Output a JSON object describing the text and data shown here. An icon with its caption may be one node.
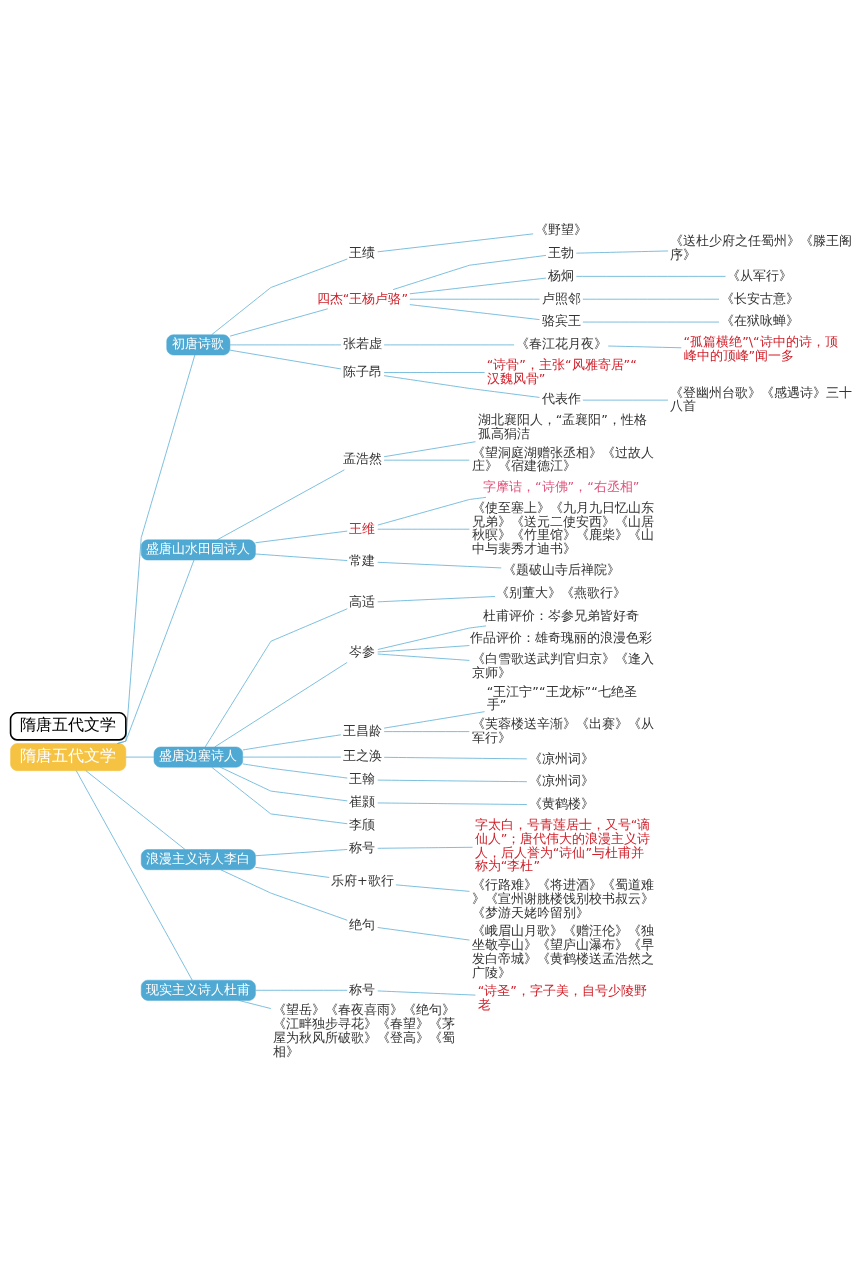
{
  "diagram": {
    "nodes": [
      {
        "text": [
          "隋唐五代文学"
        ]
      },
      {
        "text": [
          "初唐诗歌"
        ]
      },
      {
        "text": [
          "王绩"
        ]
      },
      {
        "text": [
          "《野望》"
        ]
      },
      {
        "text": [
          "四杰“王杨卢骆”"
        ]
      },
      {
        "text": [
          "王勃"
        ]
      },
      {
        "text": [
          "《送杜少府之任蜀州》《滕王阁序》"
        ]
      },
      {
        "text": [
          "杨炯"
        ]
      },
      {
        "text": [
          "《从军行》"
        ]
      },
      {
        "text": [
          "卢照邻"
        ]
      },
      {
        "text": [
          "《长安古意》"
        ]
      },
      {
        "text": [
          "骆宾王"
        ]
      },
      {
        "text": [
          "《在狱咏蝉》"
        ]
      },
      {
        "text": [
          "张若虚"
        ]
      },
      {
        "text": [
          "《春江花月夜》"
        ]
      },
      {
        "text": [
          "“孤篇横绝”\\“诗中的诗，顶峰中的顶峰”闻一多"
        ]
      },
      {
        "text": [
          "陈子昂"
        ]
      },
      {
        "text": [
          "“诗骨”，主张“风雅寄居”“汉魏风骨”"
        ]
      },
      {
        "text": [
          "代表作"
        ]
      },
      {
        "text": [
          "《登幽州台歌》《感遇诗》三十八首"
        ]
      },
      {
        "text": [
          "盛唐山水田园诗人"
        ]
      },
      {
        "text": [
          "孟浩然"
        ]
      },
      {
        "text": [
          "湖北襄阳人，“孟襄阳”，性格孤高狷洁"
        ]
      },
      {
        "text": [
          "《望洞庭湖赠张丞相》《过故人庄》《宿建德江》"
        ]
      },
      {
        "text": [
          "王维"
        ]
      },
      {
        "text": [
          "字摩诘，“诗佛”，“右丞相”"
        ]
      },
      {
        "text": [
          "《使至塞上》《九月九日忆山东兄弟》《送元二使安西》《山居秋暝》《竹里馆》《鹿柴》《山中与裴秀才迪书》"
        ]
      },
      {
        "text": [
          "常建"
        ]
      },
      {
        "text": [
          "《题破山寺后禅院》"
        ]
      },
      {
        "text": [
          "盛唐边塞诗人"
        ]
      },
      {
        "text": [
          "高适"
        ]
      },
      {
        "text": [
          "《别董大》《燕歌行》"
        ]
      },
      {
        "text": [
          "岑参"
        ]
      },
      {
        "text": [
          "杜甫评价：岑参兄弟皆好奇"
        ]
      },
      {
        "text": [
          "作品评价：雄奇瑰丽的浪漫色彩"
        ]
      },
      {
        "text": [
          "《白雪歌送武判官归京》《逢入京师》"
        ]
      },
      {
        "text": [
          "王昌龄"
        ]
      },
      {
        "text": [
          "“王江宁”“王龙标”“七绝圣手”"
        ]
      },
      {
        "text": [
          "《芙蓉楼送辛渐》《出赛》《从军行》"
        ]
      },
      {
        "text": [
          "王之涣"
        ]
      },
      {
        "text": [
          "《凉州词》"
        ]
      },
      {
        "text": [
          "王翰"
        ]
      },
      {
        "text": [
          "《凉州词》"
        ]
      },
      {
        "text": [
          "崔颢"
        ]
      },
      {
        "text": [
          "《黄鹤楼》"
        ]
      },
      {
        "text": [
          "李颀"
        ]
      },
      {
        "text": [
          "浪漫主义诗人李白"
        ]
      },
      {
        "text": [
          "称号"
        ]
      },
      {
        "text": [
          "字太白，号青莲居士，又号“谪仙人”；唐代伟大的浪漫主义诗人，后人誉为“诗仙”与杜甫并称为“李杜”"
        ]
      },
      {
        "text": [
          "乐府+歌行"
        ]
      },
      {
        "text": [
          "《行路难》《将进酒》《蜀道难》《宣州谢朓楼饯别校书叔云》《梦游天姥吟留别》"
        ]
      },
      {
        "text": [
          "绝句"
        ]
      },
      {
        "text": [
          "《峨眉山月歌》《赠汪伦》《独坐敬亭山》《望庐山瀑布》《早发白帝城》《黄鹤楼送孟浩然之广陵》"
        ]
      },
      {
        "text": [
          "现实主义诗人杜甫"
        ]
      },
      {
        "text": [
          "称号"
        ]
      },
      {
        "text": [
          "“诗圣”，字子美，自号少陵野老"
        ]
      },
      {
        "text": [
          "《望岳》《春夜喜雨》《绝句》《江畔独步寻花》《春望》《茅屋为秋风所破歌》《登高》《蜀相》"
        ]
      }
    ],
    "edges": [
      {
        "from": 0,
        "to": 1,
        "arrow": "none"
      },
      {
        "from": 1,
        "to": 2,
        "arrow": "none"
      },
      {
        "from": 2,
        "to": 3,
        "arrow": "none"
      },
      {
        "from": 1,
        "to": 4,
        "arrow": "none"
      },
      {
        "from": 4,
        "to": 5,
        "arrow": "none"
      },
      {
        "from": 5,
        "to": 6,
        "arrow": "none"
      },
      {
        "from": 4,
        "to": 7,
        "arrow": "none"
      },
      {
        "from": 7,
        "to": 8,
        "arrow": "none"
      },
      {
        "from": 4,
        "to": 9,
        "arrow": "none"
      },
      {
        "from": 9,
        "to": 10,
        "arrow": "none"
      },
      {
        "from": 4,
        "to": 11,
        "arrow": "none"
      },
      {
        "from": 11,
        "to": 12,
        "arrow": "none"
      },
      {
        "from": 1,
        "to": 13,
        "arrow": "none"
      },
      {
        "from": 13,
        "to": 14,
        "arrow": "none"
      },
      {
        "from": 14,
        "to": 15,
        "arrow": "none"
      },
      {
        "from": 1,
        "to": 16,
        "arrow": "none"
      },
      {
        "from": 16,
        "to": 17,
        "arrow": "none"
      },
      {
        "from": 16,
        "to": 18,
        "arrow": "none"
      },
      {
        "from": 18,
        "to": 19,
        "arrow": "none"
      },
      {
        "from": 0,
        "to": 20,
        "arrow": "none"
      },
      {
        "from": 20,
        "to": 21,
        "arrow": "none"
      },
      {
        "from": 21,
        "to": 22,
        "arrow": "none"
      },
      {
        "from": 21,
        "to": 23,
        "arrow": "none"
      },
      {
        "from": 20,
        "to": 24,
        "arrow": "none"
      },
      {
        "from": 24,
        "to": 25,
        "arrow": "none"
      },
      {
        "from": 24,
        "to": 26,
        "arrow": "none"
      },
      {
        "from": 20,
        "to": 27,
        "arrow": "none"
      },
      {
        "from": 27,
        "to": 28,
        "arrow": "none"
      },
      {
        "from": 0,
        "to": 29,
        "arrow": "none"
      },
      {
        "from": 29,
        "to": 30,
        "arrow": "none"
      },
      {
        "from": 30,
        "to": 31,
        "arrow": "none"
      },
      {
        "from": 29,
        "to": 32,
        "arrow": "none"
      },
      {
        "from": 32,
        "to": 33,
        "arrow": "none"
      },
      {
        "from": 32,
        "to": 34,
        "arrow": "none"
      },
      {
        "from": 32,
        "to": 35,
        "arrow": "none"
      },
      {
        "from": 29,
        "to": 36,
        "arrow": "none"
      },
      {
        "from": 36,
        "to": 37,
        "arrow": "none"
      },
      {
        "from": 36,
        "to": 38,
        "arrow": "none"
      },
      {
        "from": 29,
        "to": 39,
        "arrow": "none"
      },
      {
        "from": 39,
        "to": 40,
        "arrow": "none"
      },
      {
        "from": 29,
        "to": 41,
        "arrow": "none"
      },
      {
        "from": 41,
        "to": 42,
        "arrow": "none"
      },
      {
        "from": 29,
        "to": 43,
        "arrow": "none"
      },
      {
        "from": 43,
        "to": 44,
        "arrow": "none"
      },
      {
        "from": 29,
        "to": 45,
        "arrow": "none"
      },
      {
        "from": 0,
        "to": 46,
        "arrow": "none"
      },
      {
        "from": 46,
        "to": 47,
        "arrow": "none"
      },
      {
        "from": 47,
        "to": 48,
        "arrow": "none"
      },
      {
        "from": 46,
        "to": 49,
        "arrow": "none"
      },
      {
        "from": 49,
        "to": 50,
        "arrow": "none"
      },
      {
        "from": 46,
        "to": 51,
        "arrow": "none"
      },
      {
        "from": 51,
        "to": 52,
        "arrow": "none"
      },
      {
        "from": 0,
        "to": 53,
        "arrow": "none"
      },
      {
        "from": 53,
        "to": 54,
        "arrow": "none"
      },
      {
        "from": 54,
        "to": 55,
        "arrow": "none"
      },
      {
        "from": 53,
        "to": 56,
        "arrow": "none"
      }
    ],
    "labels": [
      "隋唐五代文学"
    ]
  }
}
